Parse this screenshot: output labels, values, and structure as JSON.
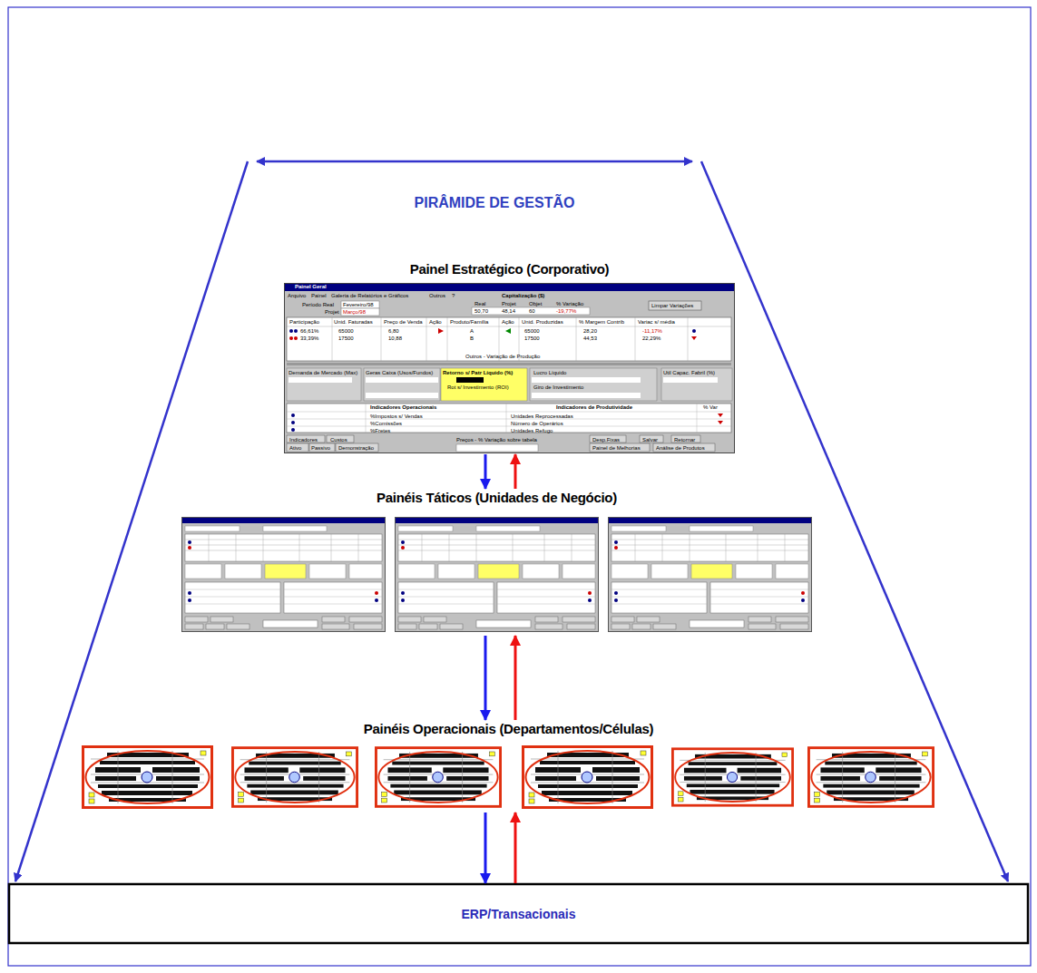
{
  "diagram": {
    "title": "PIRÂMIDE DE GESTÃO",
    "nodes": [
      {
        "text": [
          "Painel Estratégico (Corporativo)"
        ]
      },
      {
        "text": [
          "Painéis Táticos (Unidades de Negócio)"
        ]
      },
      {
        "text": [
          "Painéis Operacionais (Departamentos/Células)"
        ]
      },
      {
        "text": [
          "ERP/Transacionais"
        ]
      }
    ],
    "edges": [
      {
        "from": 0,
        "to": 1,
        "arrow": "to"
      },
      {
        "from": 1,
        "to": 0,
        "arrow": "to"
      },
      {
        "from": 1,
        "to": 2,
        "arrow": "to"
      },
      {
        "from": 2,
        "to": 1,
        "arrow": "to"
      },
      {
        "from": 2,
        "to": 3,
        "arrow": "to"
      },
      {
        "from": 3,
        "to": 2,
        "arrow": "to"
      }
    ],
    "labels": [
      "Painel Geral",
      "Arquivo",
      "Painel",
      "Galeria de Relatórios e Gráficos",
      "Outros",
      "?",
      "Capitalização ($)",
      "Período Real",
      "Fevereiro/98",
      "Projet",
      "Março/98",
      "Real",
      "Projet",
      "Objet",
      "% Variação",
      "50,70",
      "48,14",
      "60",
      "-19,77%",
      "Limpar Variações",
      "Participação",
      "Unid. Faturadas",
      "Preço de Venda",
      "Ação",
      "Produto/Família",
      "Ação",
      "Unid. Produzidas",
      "% Margem Contrib",
      "Variac s/ média",
      "66,61%",
      "65000",
      "6,80",
      "A",
      "65000",
      "28,20",
      "-11,17%",
      "33,39%",
      "17500",
      "10,88",
      "B",
      "17500",
      "44,53",
      "22,29%",
      "Outros - Variação de Produção",
      "Demanda de Mercado (Max)",
      "Geras Caixa (Usos/Fundos)",
      "Retorno s/ Patr Líquido (%)",
      "Lucro Líquido",
      "Util Capac. Fabril (%)",
      "Rot s/ Investimento (ROI)",
      "Giro de Investimento",
      "Indicadores Operacionais",
      "Indicadores de Produtividade",
      "% Var",
      "%Impostos s/ Vendas",
      "%Comissões",
      "%Fretes",
      "Unidades Reprocessadas",
      "Número de Operários",
      "Unidades Refugo",
      "Indicadores",
      "Custos",
      "Ativo",
      "Passivo",
      "Demonstração",
      "Preços - % Variação sobre tabela",
      "Desp.Fixas",
      "Salvar",
      "Retornar",
      "Painel de Melhorias",
      "Análise de Produtos"
    ]
  }
}
